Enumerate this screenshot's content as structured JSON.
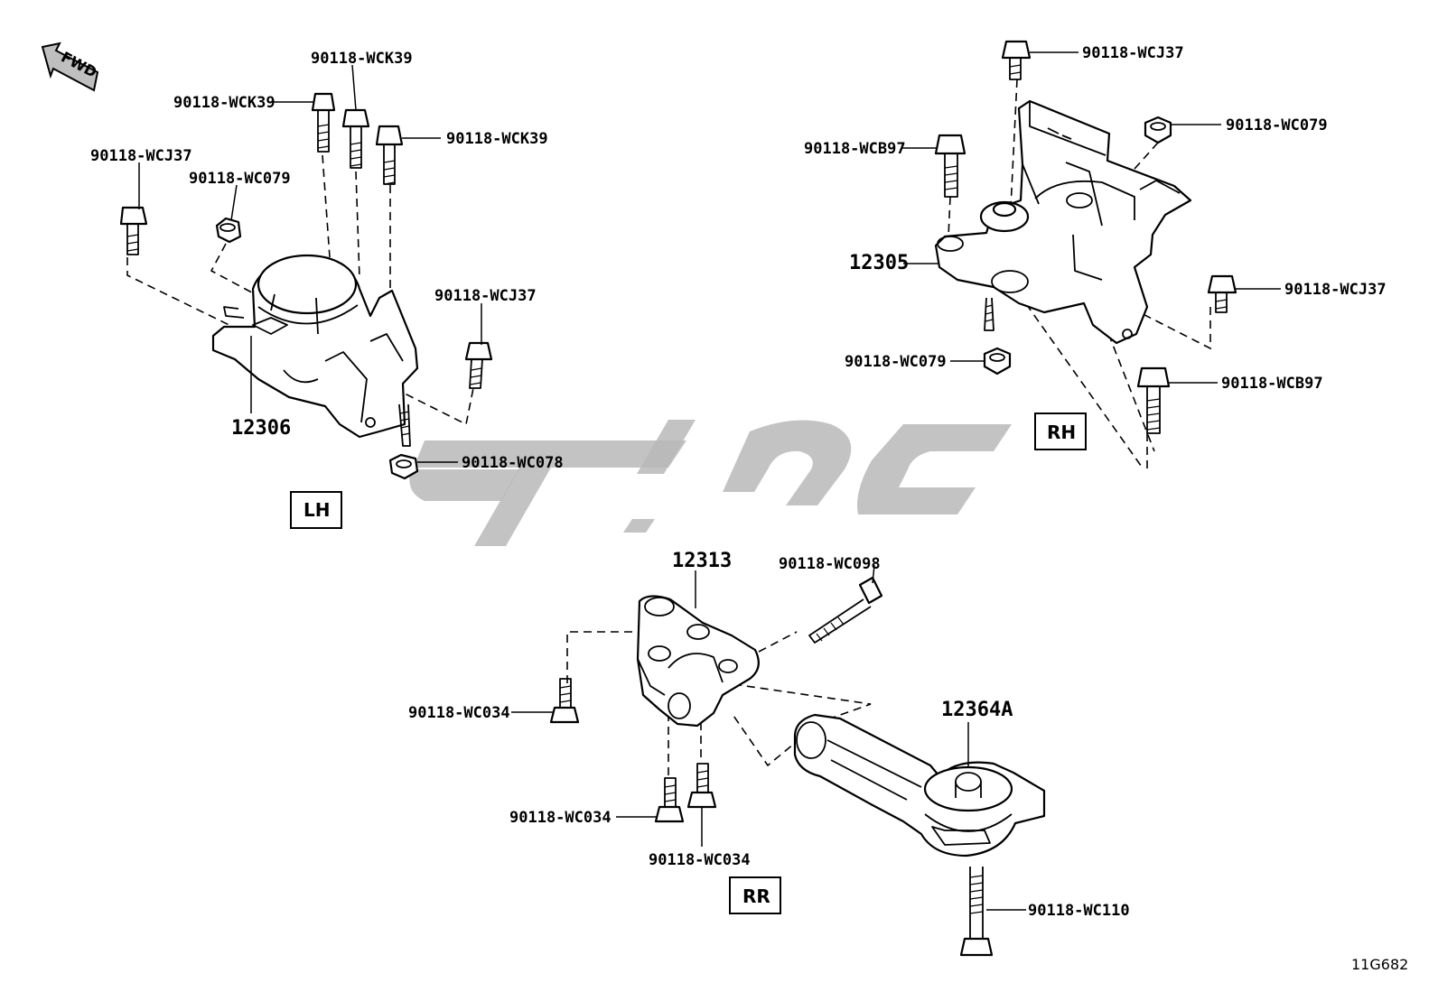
{
  "fwd_label": "FWD",
  "groups": {
    "lh": "LH",
    "rh": "RH",
    "rr": "RR"
  },
  "parts": {
    "mount_lh": "12306",
    "mount_rh": "12305",
    "bracket_rr": "12313",
    "rod_rr": "12364A"
  },
  "callouts": {
    "lh_bolt_top": "90118-WCK39",
    "lh_bolt_left": "90118-WCK39",
    "lh_bolt_right": "90118-WCK39",
    "lh_bolt_side": "90118-WCJ37",
    "lh_nut_top": "90118-WC079",
    "lh_bolt_front": "90118-WCJ37",
    "lh_nut_bottom": "90118-WC078",
    "rh_bolt_top": "90118-WCJ37",
    "rh_nut_top": "90118-WC079",
    "rh_bolt_left": "90118-WCB97",
    "rh_bolt_right": "90118-WCJ37",
    "rh_nut_bottom": "90118-WC079",
    "rh_bolt_bottom": "90118-WCB97",
    "rr_bolt_long": "90118-WC098",
    "rr_bolt_a": "90118-WC034",
    "rr_bolt_b": "90118-WC034",
    "rr_bolt_c": "90118-WC034",
    "rr_bolt_bottom": "90118-WC110"
  },
  "diagram_code": "11G682"
}
